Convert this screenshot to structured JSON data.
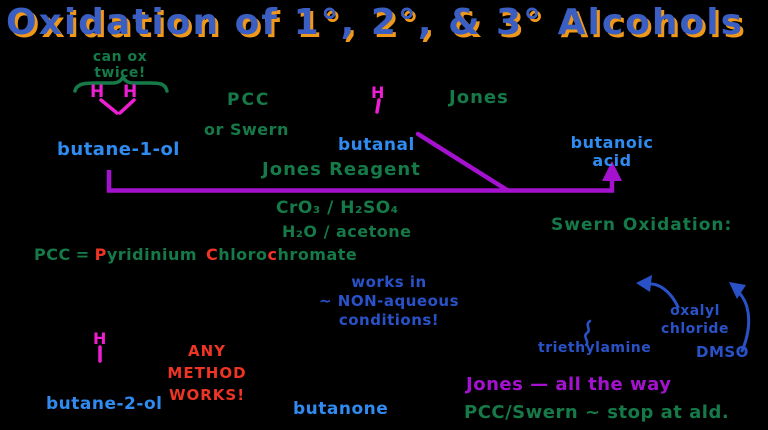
{
  "colors": {
    "background": "#000000",
    "title_blue": "#3a5ec2",
    "title_orange": "#f09819",
    "green": "#157a48",
    "bright_blue": "#2f8bf0",
    "medium_blue": "#2a52c8",
    "magenta": "#ee1ed2",
    "purple": "#a512cf",
    "red": "#ee3425"
  },
  "title": "Oxidation of 1°, 2°, & 3° Alcohols",
  "top_left": {
    "note_line1": "can ox",
    "note_line2": "twice!",
    "h_left": "H",
    "h_right": "H",
    "alcohol_name": "butane-1-ol"
  },
  "pcc_route": {
    "reagent": "PCC",
    "alt": "or Swern"
  },
  "aldehyde": {
    "h": "H",
    "name": "butanal"
  },
  "jones_label": "Jones",
  "acid": {
    "line1": "butanoic",
    "line2": "acid"
  },
  "jones_reagent": {
    "title": "Jones Reagent",
    "formula_line1": "CrO₃ / H₂SO₄",
    "formula_line2": "H₂O / acetone"
  },
  "swern": {
    "heading": "Swern Oxidation:",
    "amine": "triethylamine",
    "oxalyl_line1": "oxalyl",
    "oxalyl_line2": "chloride",
    "dmso": "DMSO"
  },
  "pcc_definition": {
    "abbr": "PCC",
    "equals": "=",
    "p_initial": "P",
    "p_rest": "yridinium",
    "c_initial": "C",
    "c_rest": "hloro",
    "c2_initial": "c",
    "c2_rest": "hromate",
    "note_line1": "works in",
    "note_line2": "~ NON-aqueous",
    "note_line3": "conditions!"
  },
  "secondary_alcohol": {
    "h": "H",
    "name": "butane-2-ol",
    "any_line1": "ANY",
    "any_line2": "METHOD",
    "any_line3": "WORKS!",
    "product": "butanone"
  },
  "summary": {
    "jones_line": "Jones — all the way",
    "pcc_line": "PCC/Swern ~ stop at ald."
  }
}
